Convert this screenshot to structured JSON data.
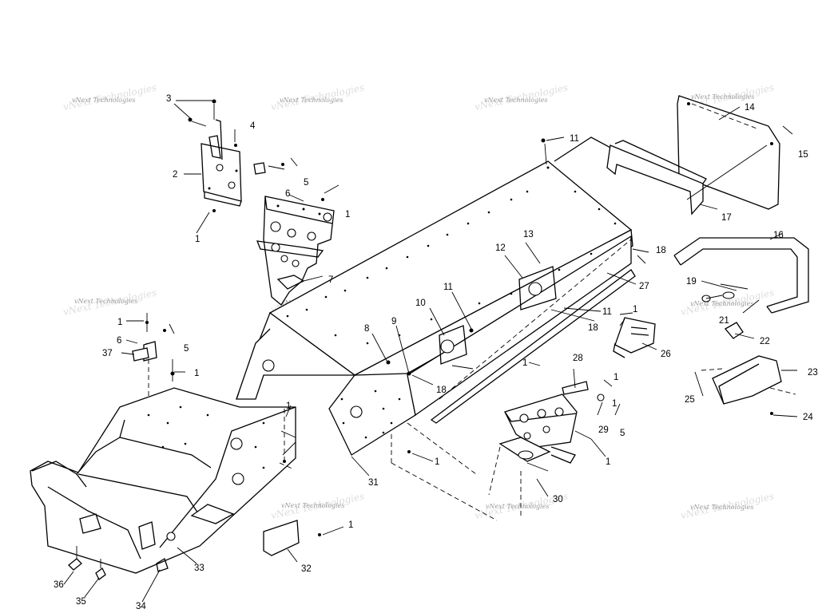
{
  "watermark": {
    "text": "vNext Technologies"
  },
  "callouts": {
    "c1": "1",
    "c2": "2",
    "c3": "3",
    "c4": "4",
    "c5": "5",
    "c6": "6",
    "c7": "7",
    "c8": "8",
    "c9": "9",
    "c10": "10",
    "c11": "11",
    "c12": "12",
    "c13": "13",
    "c14": "14",
    "c15": "15",
    "c16": "16",
    "c17": "17",
    "c18": "18",
    "c19": "19",
    "c21": "21",
    "c22": "22",
    "c23": "23",
    "c24": "24",
    "c25": "25",
    "c26": "26",
    "c27": "27",
    "c28": "28",
    "c29": "29",
    "c30": "30",
    "c31": "31",
    "c32": "32",
    "c33": "33",
    "c34": "34",
    "c35": "35",
    "c36": "36",
    "c37": "37"
  }
}
